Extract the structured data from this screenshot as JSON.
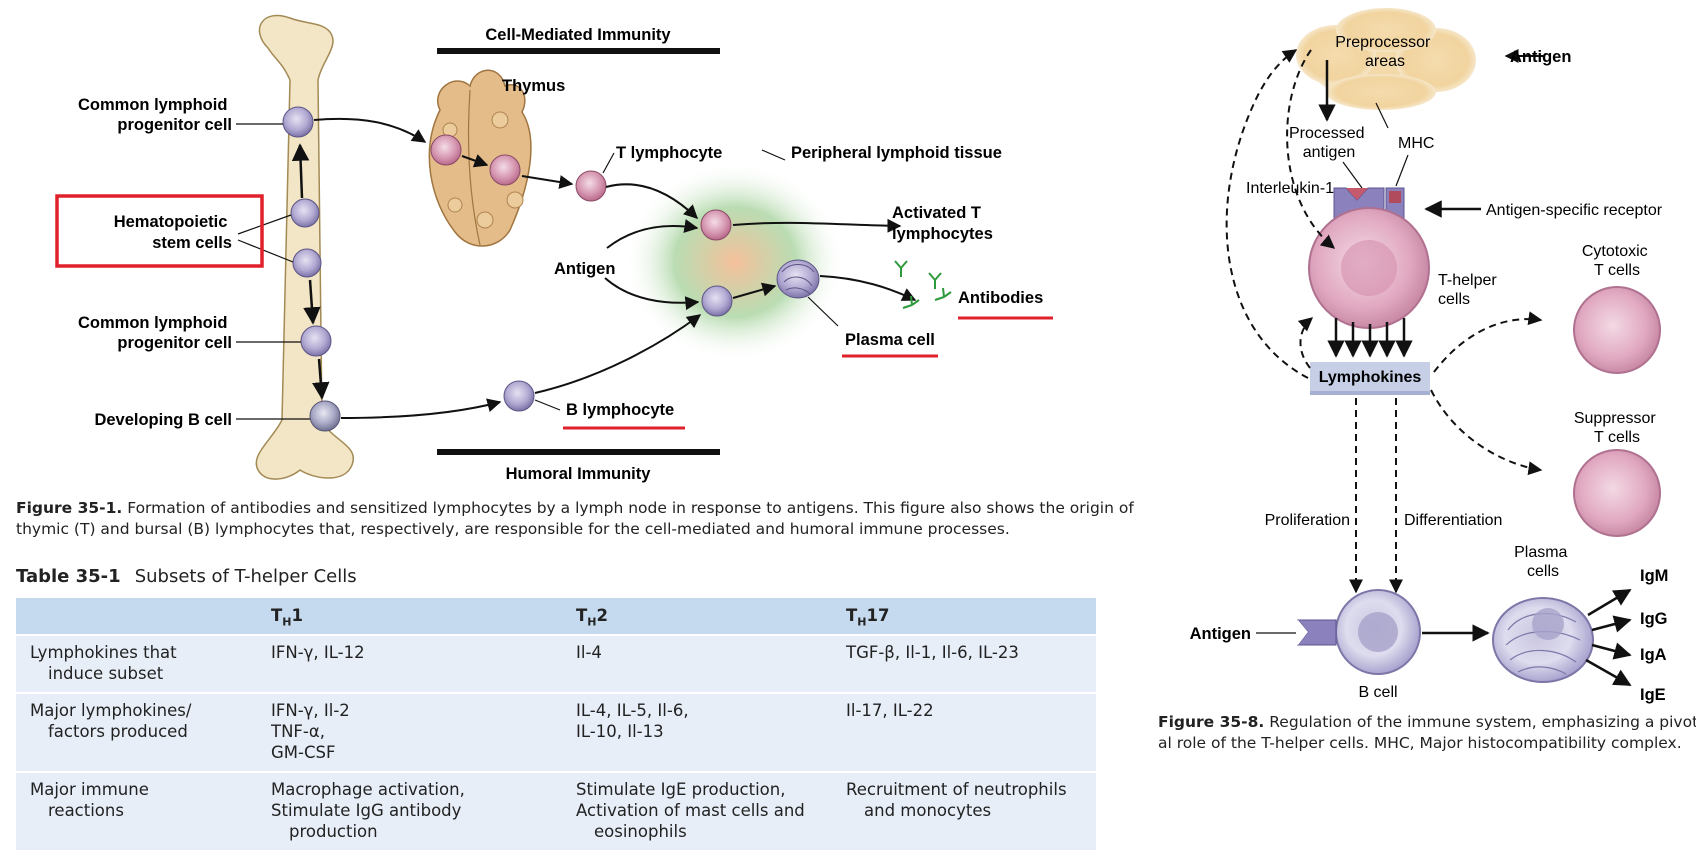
{
  "figure_35_1": {
    "labels": {
      "common_lymphoid_1": [
        "Common lymphoid",
        "progenitor cell"
      ],
      "hematopoietic": [
        "Hematopoietic",
        "stem cells"
      ],
      "common_lymphoid_2": [
        "Common lymphoid",
        "progenitor cell"
      ],
      "developing_b": "Developing B cell",
      "cell_mediated": "Cell-Mediated Immunity",
      "thymus": "Thymus",
      "t_lymphocyte": "T lymphocyte",
      "peripheral": "Peripheral lymphoid tissue",
      "activated": [
        "Activated T",
        "lymphocytes"
      ],
      "antigen": "Antigen",
      "antibodies": "Antibodies",
      "plasma_cell": "Plasma cell",
      "b_lymphocyte": "B lymphocyte",
      "humoral": "Humoral Immunity"
    },
    "highlight_color": "#e0202a",
    "caption_label": "Figure 35-1.",
    "caption_text_1": "Formation of antibodies and sensitized lymphocytes by a lymph node in response to antigens. This figure also shows the origin of",
    "caption_text_2": "thymic (T) and bursal (B) lymphocytes that, respectively, are responsible for the cell-mediated and humoral immune processes."
  },
  "table_35_1": {
    "label": "Table 35-1",
    "title": "Subsets of T-helper Cells",
    "headers": [
      "",
      "TH1",
      "TH2",
      "TH17"
    ],
    "rows": [
      {
        "label": [
          "Lymphokines that",
          "induce subset"
        ],
        "th1": [
          "IFN-γ, IL-12"
        ],
        "th2": [
          "Il-4"
        ],
        "th17": [
          "TGF-β, Il-1, Il-6, IL-23"
        ]
      },
      {
        "label": [
          "Major lymphokines/",
          "factors produced"
        ],
        "th1": [
          "IFN-γ, Il-2",
          "TNF-α,",
          "GM-CSF"
        ],
        "th2": [
          "IL-4, IL-5, Il-6,",
          "IL-10, Il-13"
        ],
        "th17": [
          "Il-17, IL-22"
        ]
      },
      {
        "label": [
          "Major immune",
          "reactions"
        ],
        "th1": [
          "Macrophage activation,",
          "Stimulate IgG antibody",
          "production"
        ],
        "th2": [
          "Stimulate IgE production,",
          "Activation of mast cells and",
          "eosinophils"
        ],
        "th17": [
          "Recruitment of neutrophils",
          "and monocytes"
        ]
      }
    ]
  },
  "figure_35_8": {
    "labels": {
      "preprocessor": [
        "Preprocessor",
        "areas"
      ],
      "antigen_top": "Antigen",
      "processed_antigen": [
        "Processed",
        "antigen"
      ],
      "mhc": "MHC",
      "interleukin": "Interleukin-1",
      "receptor": "Antigen-specific receptor",
      "t_helper": [
        "T-helper",
        "cells"
      ],
      "cytotoxic": [
        "Cytotoxic",
        "T cells"
      ],
      "lymphokines": "Lymphokines",
      "suppressor": [
        "Suppressor",
        "T cells"
      ],
      "proliferation": "Proliferation",
      "differentiation": "Differentiation",
      "antigen_b": "Antigen",
      "b_cell": "B cell",
      "plasma_cells": [
        "Plasma",
        "cells"
      ],
      "igm": "IgM",
      "igg": "IgG",
      "iga": "IgA",
      "ige": "IgE"
    },
    "caption_label": "Figure 35-8.",
    "caption_text_1": "Regulation of the immune system, emphasizing a pivot-",
    "caption_text_2": "al role of the T-helper cells. MHC, Major histocompatibility complex."
  }
}
